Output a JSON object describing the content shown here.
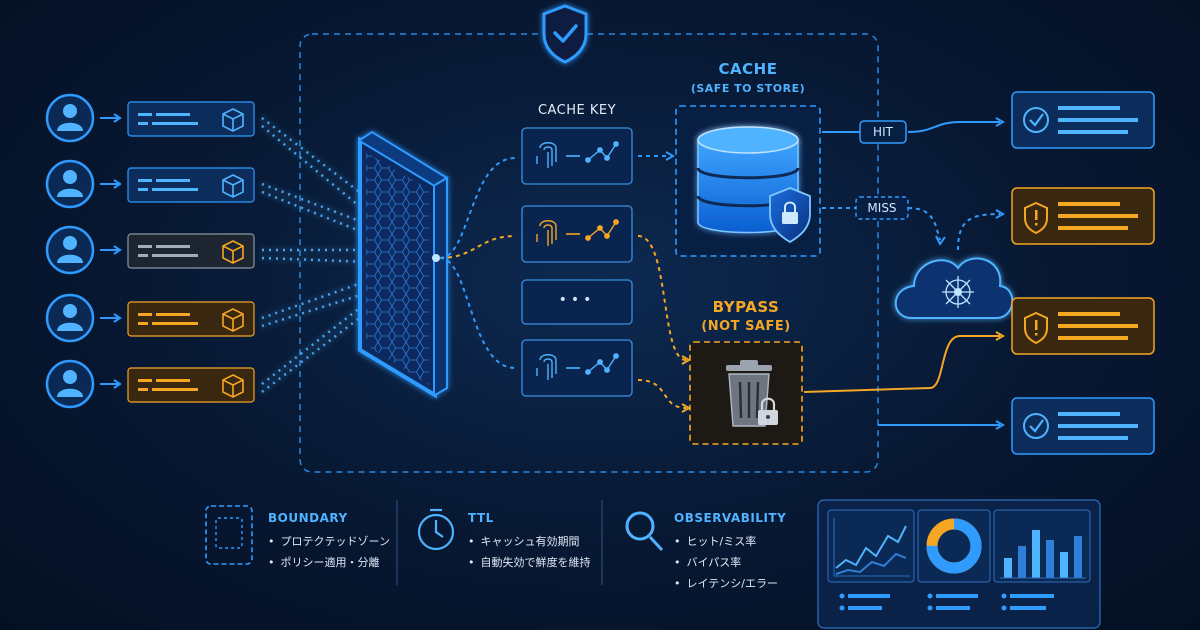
{
  "colors": {
    "blue": "#2f9bff",
    "orange": "#f5a623",
    "gray": "#8c96a3",
    "background": "#081a36"
  },
  "cache": {
    "title": "CACHE",
    "subtitle": "(SAFE TO STORE)"
  },
  "bypass": {
    "title": "BYPASS",
    "subtitle": "(NOT SAFE)"
  },
  "cache_key": {
    "title": "CACHE KEY",
    "ellipsis": "•••"
  },
  "routes": {
    "hit": "HIT",
    "miss": "MISS"
  },
  "users": [
    {
      "icon": "user-icon",
      "status": "blue"
    },
    {
      "icon": "user-icon",
      "status": "blue"
    },
    {
      "icon": "user-icon",
      "status": "gray"
    },
    {
      "icon": "user-icon",
      "status": "orange"
    },
    {
      "icon": "user-icon",
      "status": "orange"
    }
  ],
  "outputs": [
    {
      "icon": "check-icon",
      "status": "blue"
    },
    {
      "icon": "warning-icon",
      "status": "orange"
    },
    {
      "icon": "warning-icon",
      "status": "orange"
    },
    {
      "icon": "check-icon",
      "status": "blue"
    }
  ],
  "legend": {
    "boundary": {
      "title": "BOUNDARY",
      "items": [
        "プロテクテッドゾーン",
        "ポリシー適用・分離"
      ]
    },
    "ttl": {
      "title": "TTL",
      "items": [
        "キャッシュ有効期間",
        "自動失効で鮮度を維持"
      ]
    },
    "observability": {
      "title": "OBSERVABILITY",
      "items": [
        "ヒット/ミス率",
        "バイパス率",
        "レイテンシ/エラー"
      ]
    }
  },
  "dashboard": {
    "pie_blue_fraction": 0.75
  }
}
